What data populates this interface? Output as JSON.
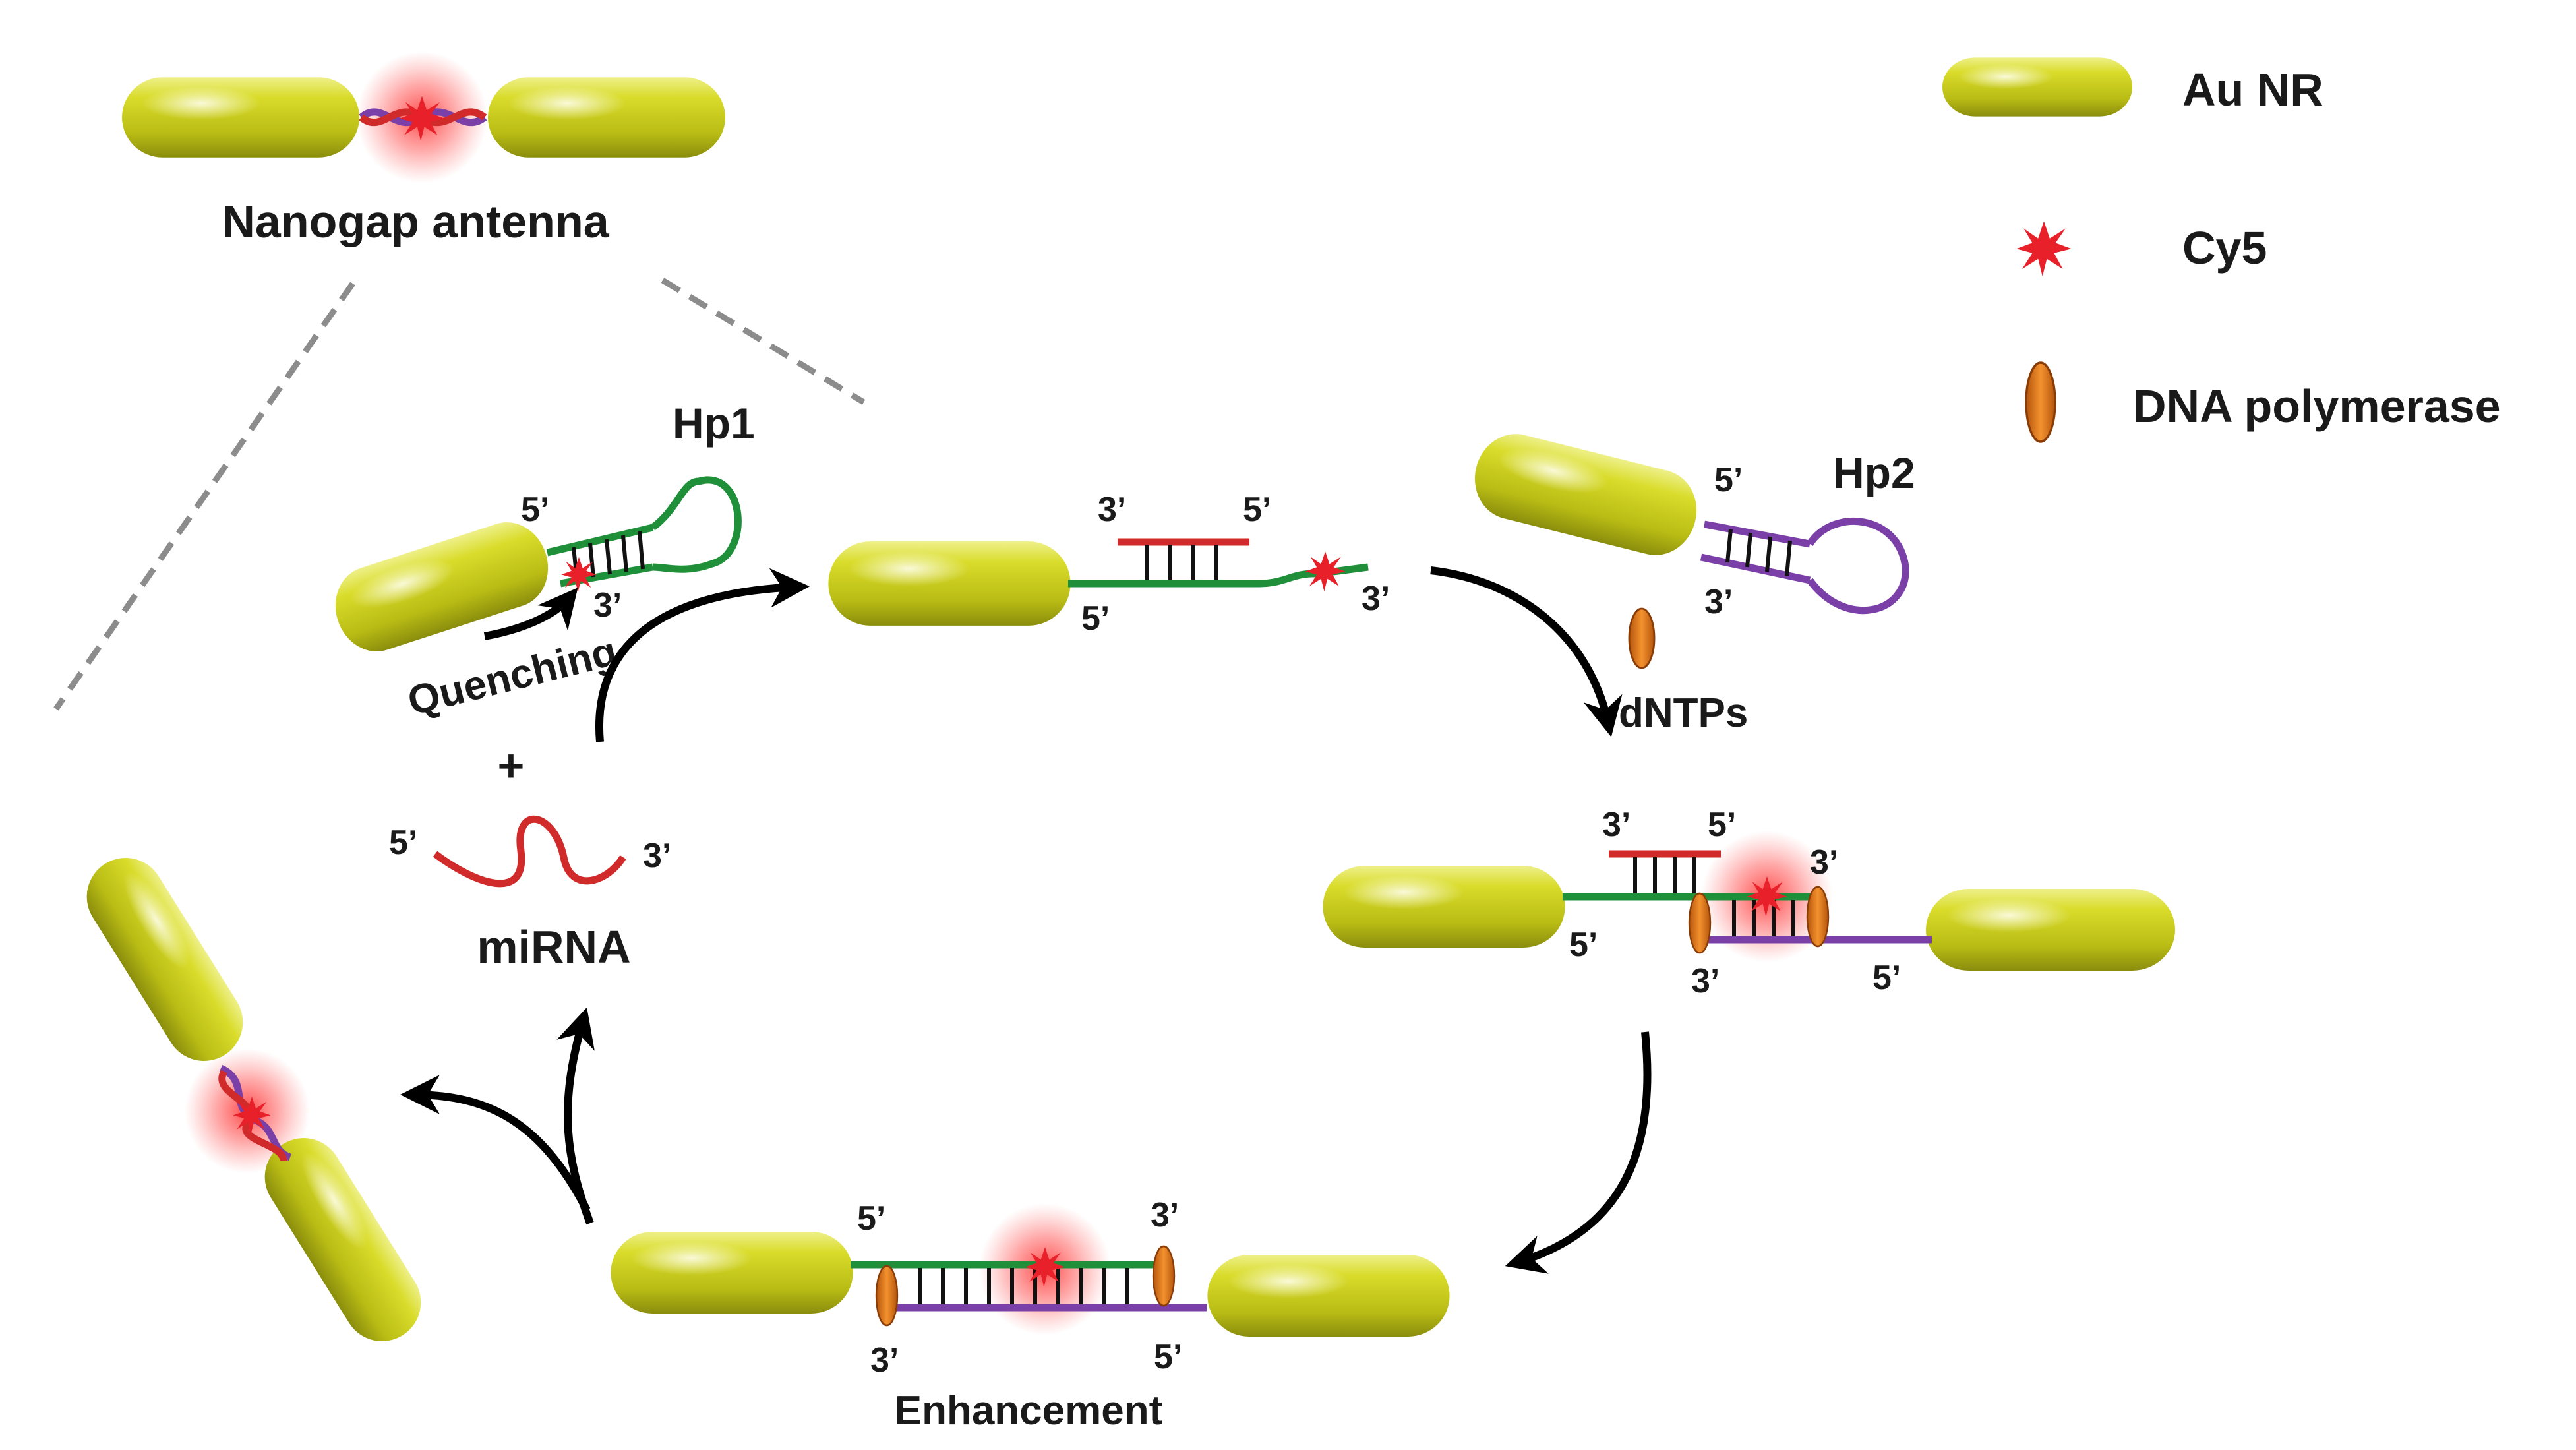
{
  "legend": {
    "items": [
      {
        "label": "Au NR",
        "icon": "gold-nanorod-icon"
      },
      {
        "label": "Cy5",
        "icon": "red-starburst-icon"
      },
      {
        "label": "DNA polymerase",
        "icon": "orange-oval-icon"
      }
    ]
  },
  "labels": {
    "nanogap_antenna": "Nanogap antenna",
    "hp1": "Hp1",
    "hp2": "Hp2",
    "quenching": "Quenching",
    "plus": "+",
    "mirna": "miRNA",
    "dntps": "dNTPs",
    "enhancement": "Enhancement",
    "five_prime": "5’",
    "three_prime": "3’"
  },
  "colors": {
    "nanorod": "#c9cc1c",
    "nanorod_highlight": "#f6f7c8",
    "hp1_strand": "#1f8f3a",
    "mirna_strand": "#d12a2a",
    "hp2_strand": "#7b3fa8",
    "cy5": "#e8202a",
    "polymerase": "#e0761c"
  }
}
